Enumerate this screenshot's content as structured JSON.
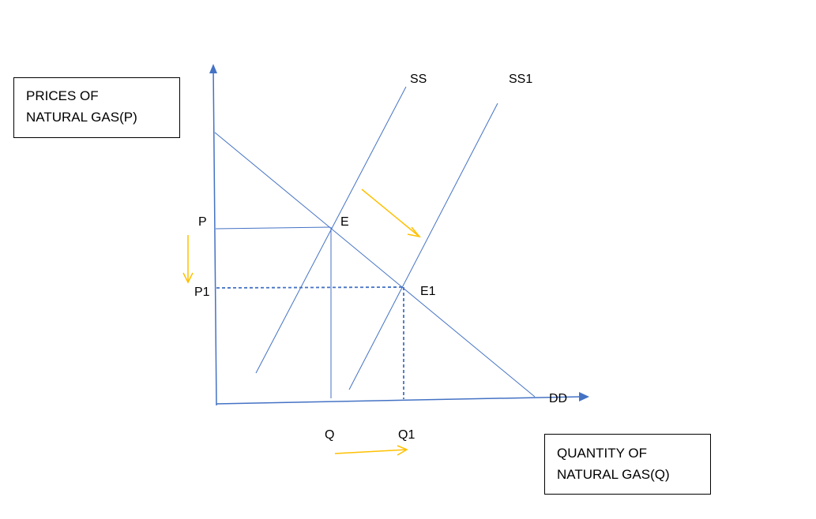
{
  "y_axis_box": {
    "line1": "PRICES OF",
    "line2": "NATURAL GAS(P)"
  },
  "x_axis_box": {
    "line1": "QUANTITY OF",
    "line2": "NATURAL GAS(Q)"
  },
  "labels": {
    "supply_original": "SS",
    "supply_shifted": "SS1",
    "demand": "DD",
    "equilibrium_original": "E",
    "equilibrium_new": "E1",
    "price_original": "P",
    "price_new": "P1",
    "quantity_original": "Q",
    "quantity_new": "Q1"
  },
  "colors": {
    "curves": "#4472c4",
    "arrows": "#ffc000",
    "text": "#000000"
  }
}
